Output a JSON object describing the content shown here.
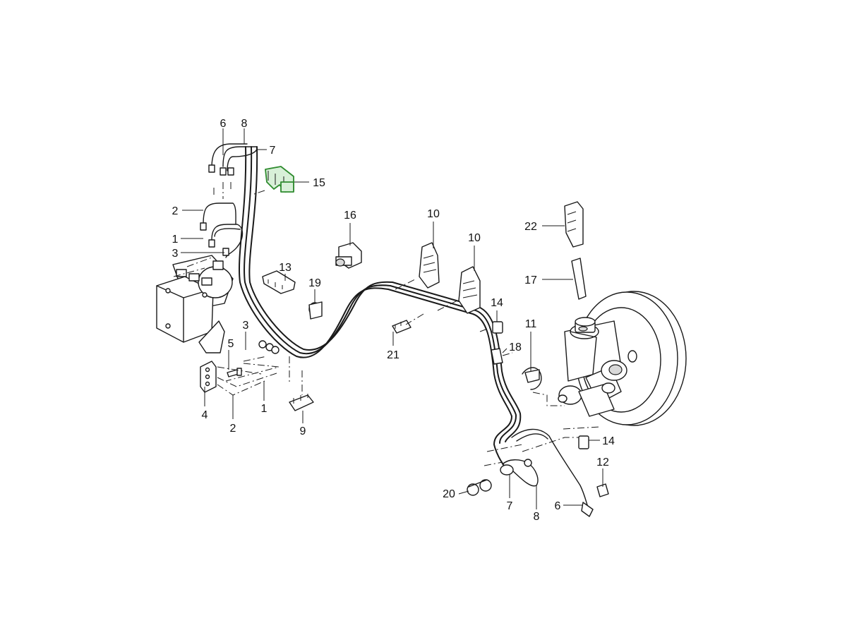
{
  "highlight_color": "#2e8b2e",
  "callouts": [
    {
      "id": "c6-top",
      "text": "6"
    },
    {
      "id": "c8-top",
      "text": "8"
    },
    {
      "id": "c7-top",
      "text": "7"
    },
    {
      "id": "c15",
      "text": "15"
    },
    {
      "id": "c2-left",
      "text": "2"
    },
    {
      "id": "c1-left",
      "text": "1"
    },
    {
      "id": "c3-left",
      "text": "3"
    },
    {
      "id": "c13",
      "text": "13"
    },
    {
      "id": "c19",
      "text": "19"
    },
    {
      "id": "c16",
      "text": "16"
    },
    {
      "id": "c10-a",
      "text": "10"
    },
    {
      "id": "c10-b",
      "text": "10"
    },
    {
      "id": "c22",
      "text": "22"
    },
    {
      "id": "c17",
      "text": "17"
    },
    {
      "id": "c14-a",
      "text": "14"
    },
    {
      "id": "c11",
      "text": "11"
    },
    {
      "id": "c18",
      "text": "18"
    },
    {
      "id": "c21",
      "text": "21"
    },
    {
      "id": "c3-low",
      "text": "3"
    },
    {
      "id": "c5",
      "text": "5"
    },
    {
      "id": "c4",
      "text": "4"
    },
    {
      "id": "c2-low",
      "text": "2"
    },
    {
      "id": "c1-low",
      "text": "1"
    },
    {
      "id": "c9",
      "text": "9"
    },
    {
      "id": "c14-b",
      "text": "14"
    },
    {
      "id": "c12",
      "text": "12"
    },
    {
      "id": "c20",
      "text": "20"
    },
    {
      "id": "c7-low",
      "text": "7"
    },
    {
      "id": "c8-low",
      "text": "8"
    },
    {
      "id": "c6-low",
      "text": "6"
    }
  ]
}
